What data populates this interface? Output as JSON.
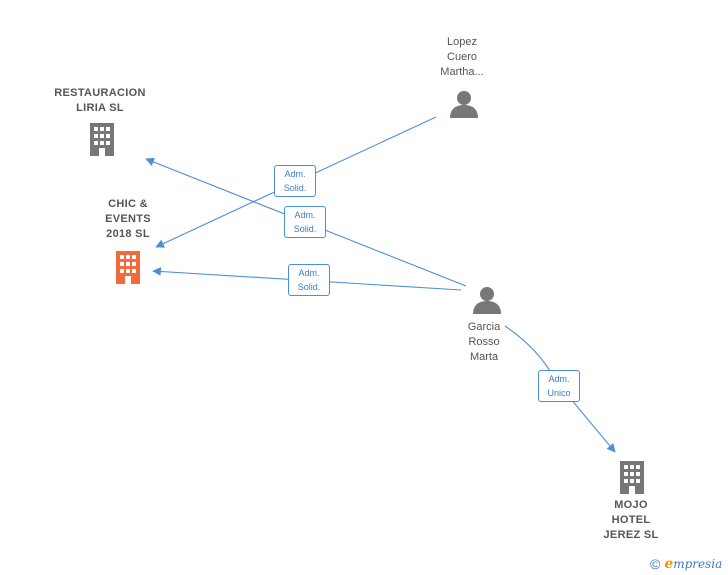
{
  "colors": {
    "edge": "#4a90d9",
    "company_icon": "#777777",
    "company_focus_icon": "#f26b3a",
    "person_icon": "#777777",
    "label_text": "#555555"
  },
  "nodes": {
    "restauracion": {
      "type": "company",
      "lines": [
        "RESTAURACION",
        "LIRIA  SL"
      ]
    },
    "chic": {
      "type": "company",
      "focus": true,
      "lines": [
        "CHIC &",
        "EVENTS",
        "2018  SL"
      ]
    },
    "mojo": {
      "type": "company",
      "lines": [
        "MOJO",
        "HOTEL",
        "JEREZ  SL"
      ]
    },
    "lopez": {
      "type": "person",
      "lines": [
        "Lopez",
        "Cuero",
        "Martha..."
      ]
    },
    "garcia": {
      "type": "person",
      "lines": [
        "Garcia",
        "Rosso",
        "Marta"
      ]
    }
  },
  "edges": [
    {
      "from": "lopez",
      "to": "chic",
      "label": [
        "Adm.",
        "Solid."
      ]
    },
    {
      "from": "garcia",
      "to": "restauracion",
      "label": [
        "Adm.",
        "Solid."
      ]
    },
    {
      "from": "garcia",
      "to": "chic",
      "label": [
        "Adm.",
        "Solid."
      ]
    },
    {
      "from": "garcia",
      "to": "mojo",
      "label": [
        "Adm.",
        "Unico"
      ]
    }
  ],
  "footer": {
    "copyright": "©",
    "brand_initial": "e",
    "brand_rest": "mpresia"
  }
}
